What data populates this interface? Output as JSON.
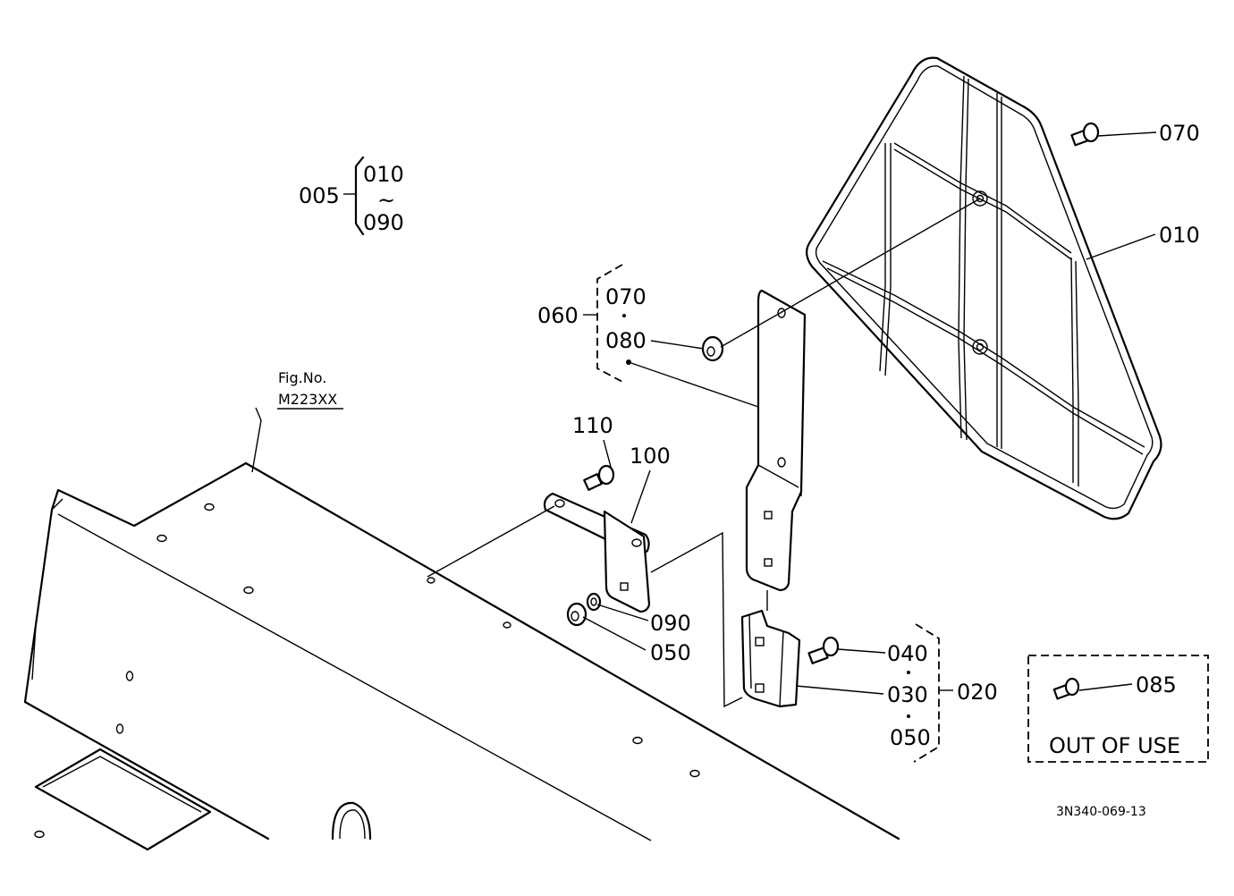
{
  "labels": {
    "l005": "005",
    "l005_from": "010",
    "l005_tilde": "~",
    "l005_to": "090",
    "l060": "060",
    "l060_a": "070",
    "l060_b": "080",
    "l070": "070",
    "l010": "010",
    "l080": "080",
    "l110": "110",
    "l100": "100",
    "l090": "090",
    "l050": "050",
    "l040": "040",
    "l030": "030",
    "l020": "020",
    "l020_c": "050",
    "l085": "085"
  },
  "ref": {
    "fig_label": "Fig.No.",
    "fig_number": "M223XX"
  },
  "notice": {
    "out_of_use": "OUT OF USE"
  },
  "drawing_code": "3N340-069-13"
}
